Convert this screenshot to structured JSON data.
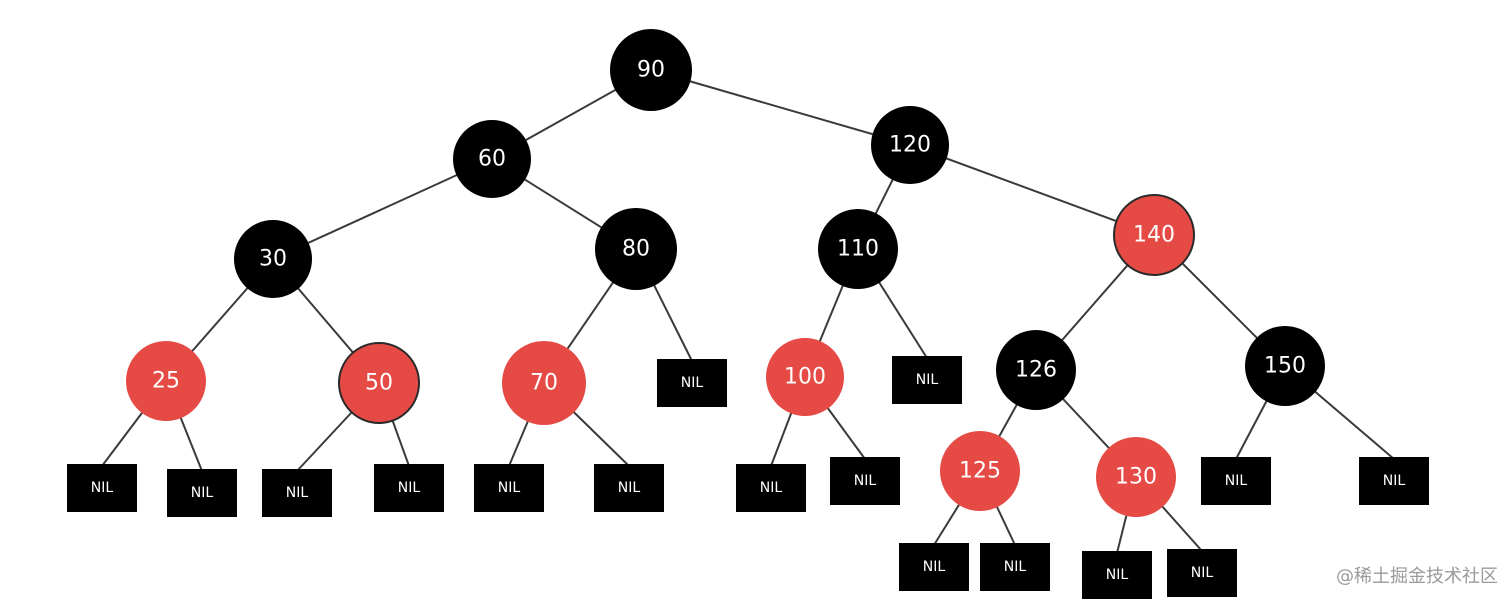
{
  "tree": {
    "nodes": [
      {
        "key": "n90",
        "label": "90",
        "color": "black"
      },
      {
        "key": "n60",
        "label": "60",
        "color": "black"
      },
      {
        "key": "n120",
        "label": "120",
        "color": "black"
      },
      {
        "key": "n30",
        "label": "30",
        "color": "black"
      },
      {
        "key": "n80",
        "label": "80",
        "color": "black"
      },
      {
        "key": "n110",
        "label": "110",
        "color": "black"
      },
      {
        "key": "n140",
        "label": "140",
        "color": "red"
      },
      {
        "key": "n25",
        "label": "25",
        "color": "red"
      },
      {
        "key": "n50",
        "label": "50",
        "color": "red"
      },
      {
        "key": "n70",
        "label": "70",
        "color": "red"
      },
      {
        "key": "n100",
        "label": "100",
        "color": "red"
      },
      {
        "key": "n126",
        "label": "126",
        "color": "black"
      },
      {
        "key": "n150",
        "label": "150",
        "color": "black"
      },
      {
        "key": "n125",
        "label": "125",
        "color": "red"
      },
      {
        "key": "n130",
        "label": "130",
        "color": "red"
      }
    ],
    "nil_label": "NIL"
  },
  "colors": {
    "black_node": "#000000",
    "red_node": "#e64a45",
    "edge": "#3a3a3a",
    "nil_box": "#000000"
  },
  "watermark": "@稀土掘金技术社区"
}
